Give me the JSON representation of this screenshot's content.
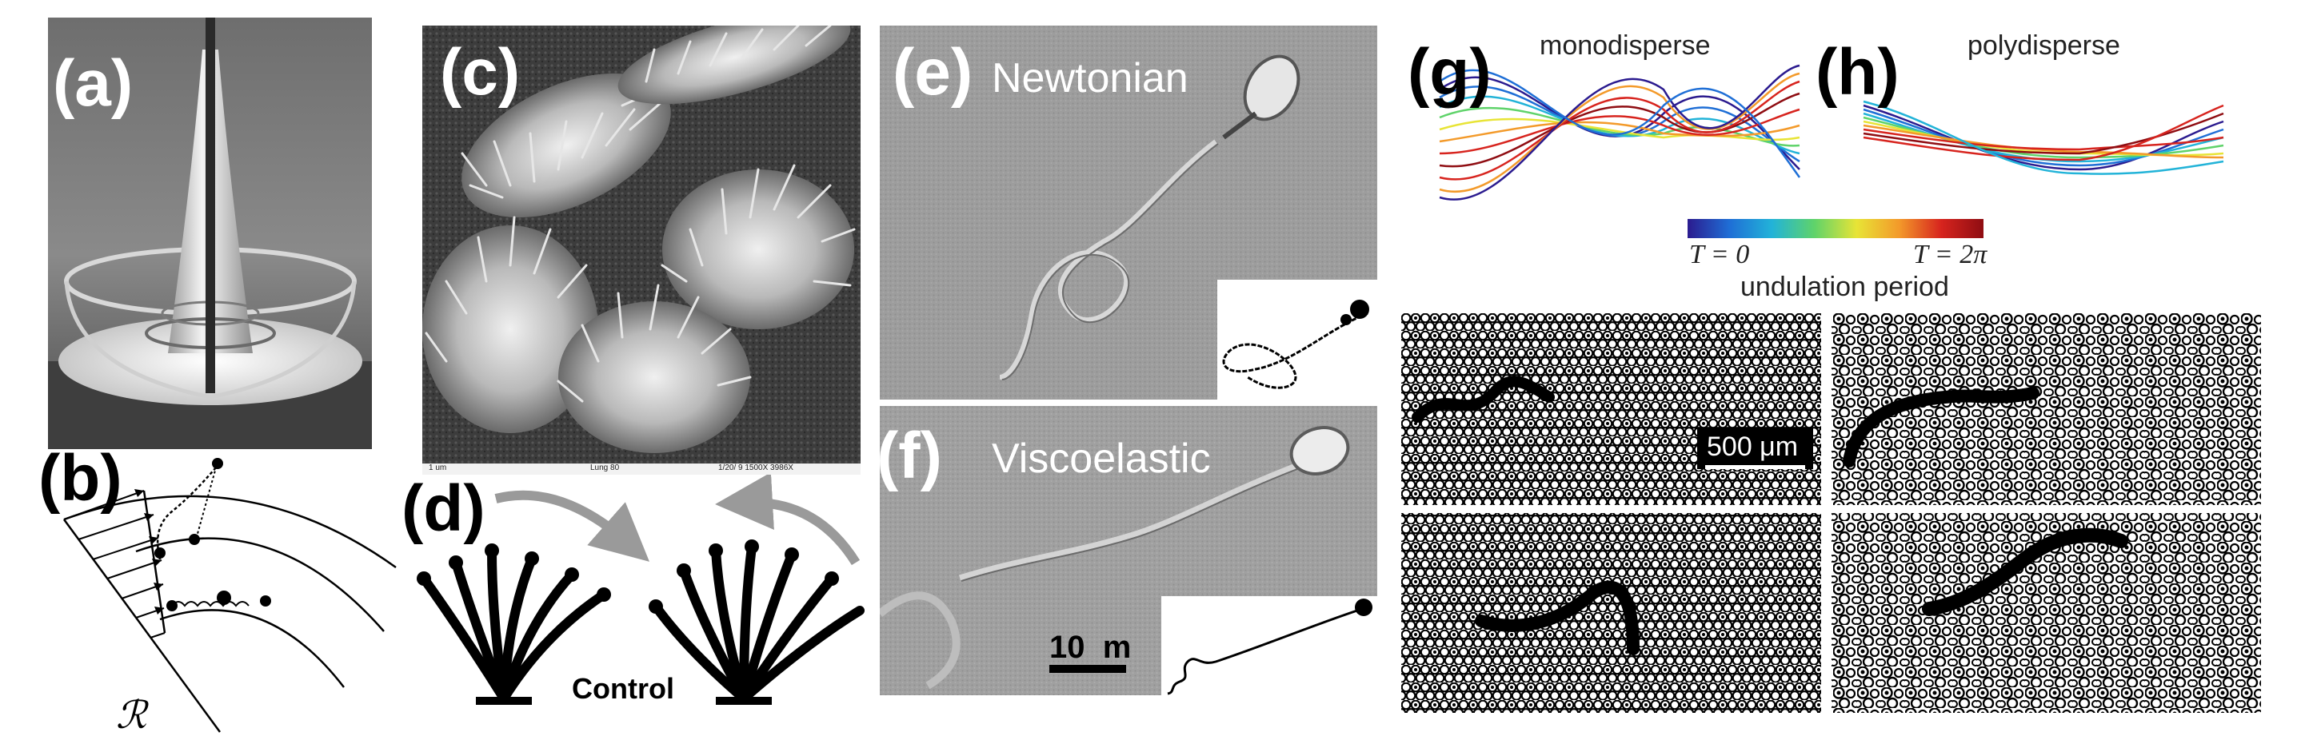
{
  "panels": {
    "a": {
      "label": "(a)"
    },
    "b": {
      "label": "(b)",
      "radius_symbol": "ℛ"
    },
    "c": {
      "label": "(c)",
      "sem_footer": [
        "1 um",
        "Lung 80",
        "1/20/ 9  1500X  3986X"
      ]
    },
    "d": {
      "label": "(d)",
      "caption": "Control"
    },
    "e": {
      "label": "(e)",
      "title": "Newtonian"
    },
    "f": {
      "label": "(f)",
      "title": "Viscoelastic",
      "scale_bar": "10  m"
    },
    "g": {
      "label": "(g)",
      "title": "monodisperse"
    },
    "h": {
      "label": "(h)",
      "title": "polydisperse"
    },
    "colorbar": {
      "left_label": "T = 0",
      "right_label": "T = 2π",
      "caption": "undulation period",
      "colors": [
        "#2b1b8f",
        "#1f6fd6",
        "#22b3d8",
        "#5fd36a",
        "#e8e436",
        "#f39a2a",
        "#d7241e",
        "#8f0d12"
      ]
    },
    "granular": {
      "scale_bar": "500 μm"
    }
  },
  "colors": {
    "label_white": "#ffffff",
    "label_black": "#000000",
    "micro_bg": "#9b9b9b",
    "sem_bg": "#3a3a3a"
  }
}
